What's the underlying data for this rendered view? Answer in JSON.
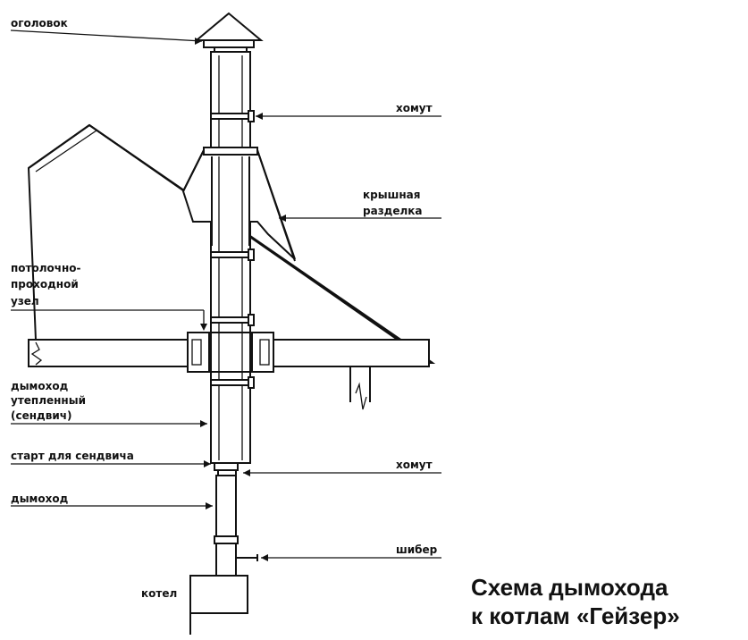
{
  "labels": {
    "cap": "оголовок",
    "clamp_top": "хомут",
    "roof_line1": "крышная",
    "roof_line2": "разделка",
    "ceiling_line1": "потолочно-",
    "ceiling_line2": "проходной",
    "ceiling_line3": "узел",
    "sandwich_line1": "дымоход",
    "sandwich_line2": "утепленный",
    "sandwich_line3": "(сендвич)",
    "start": "старт для сендвича",
    "clamp_bottom": "хомут",
    "flue": "дымоход",
    "damper": "шибер",
    "boiler": "котел"
  },
  "title": {
    "line1": "Схема дымохода",
    "line2": "к котлам «Гейзер»"
  }
}
